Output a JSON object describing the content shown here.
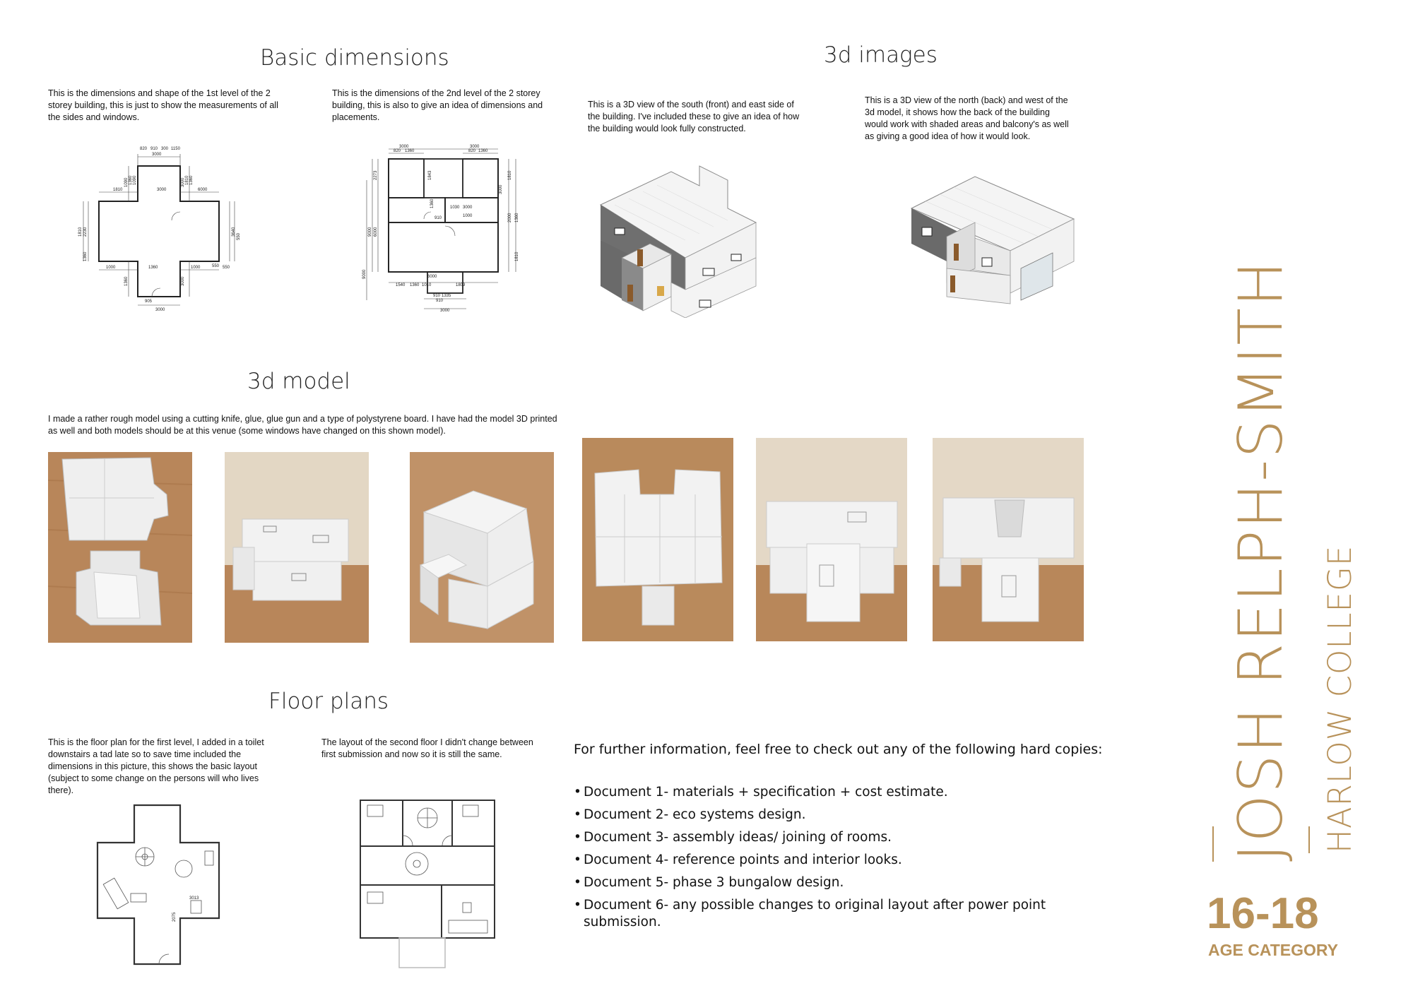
{
  "colors": {
    "accent": "#b8925a",
    "text": "#111111"
  },
  "sections": {
    "basic_dimensions": {
      "title": "Basic dimensions",
      "caption_level1": "This is the dimensions and shape of the 1st level of the 2 storey building, this is just to show the measurements of all the sides and windows.",
      "caption_level2": "This is the dimensions of the 2nd level of the 2 storey building, this is also to give an idea of dimensions and placements."
    },
    "images_3d": {
      "title": "3d images",
      "caption_south_east": "This is a 3D view of the south (front) and east side of the building. I've included these to give an idea of how the building would look fully constructed.",
      "caption_north_west": "This is a 3D view of the north (back) and west of the 3d model, it shows how the back of the building would work with shaded areas and balcony's as well as giving a good idea of how it would look."
    },
    "model_3d": {
      "title": "3d model",
      "caption": "I made a rather rough model using a cutting knife, glue, glue gun and a type of polystyrene board. I have had the model 3D printed as well and both models should be at this venue (some windows have changed on this shown model)."
    },
    "floor_plans": {
      "title": "Floor plans",
      "caption_first": "This is the floor plan for the first level, I added in a toilet downstairs a tad late so to save time included the dimensions in this picture, this shows the basic layout (subject to some change on the persons will who lives there).",
      "caption_second": "The layout of the second floor I didn't change between first submission and now so it is still the same.",
      "dimension_label": "3013",
      "dimension_label_2": "2075"
    }
  },
  "further_info": {
    "intro": "For further information, feel free to check out any of the following hard copies:",
    "documents": [
      "Document 1- materials + specification + cost estimate.",
      "Document 2- eco systems design.",
      "Document 3- assembly ideas/ joining of rooms.",
      "Document 4- reference points and interior looks.",
      "Document 5- phase 3 bungalow design.",
      "Document 6- any possible changes to original layout after power point submission."
    ]
  },
  "sidebar": {
    "name": "JOSH RELPH-SMITH",
    "college": "HARLOW COLLEGE",
    "age_range": "16-18",
    "age_label": "AGE CATEGORY"
  },
  "dims_level1": [
    "820",
    "910",
    "300",
    "1150",
    "3000",
    "1090",
    "1360",
    "1090",
    "3000",
    "1810",
    "1360",
    "1810",
    "3000",
    "6000",
    "2230",
    "3640",
    "1810",
    "550",
    "1360",
    "1000",
    "1360",
    "1000",
    "550",
    "1360",
    "905",
    "3000",
    "3000",
    "550"
  ],
  "dims_level2": [
    "3000",
    "3000",
    "820",
    "1360",
    "820",
    "1360",
    "1843",
    "1810",
    "2273",
    "9000",
    "6000",
    "1360",
    "910",
    "1030",
    "3000",
    "2000",
    "1360",
    "1000",
    "1810",
    "6000",
    "1540",
    "1360",
    "1010",
    "910",
    "1335",
    "910",
    "1809",
    "9000",
    "3000",
    "3000"
  ]
}
